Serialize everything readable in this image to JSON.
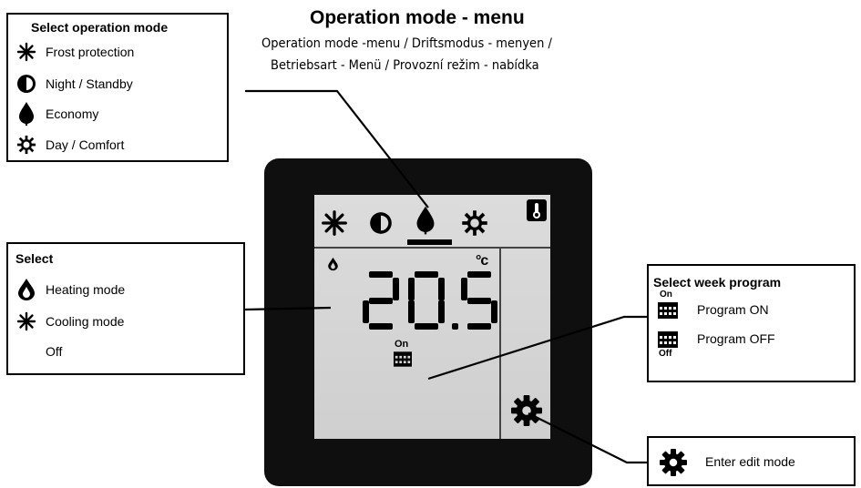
{
  "header": {
    "title": "Operation mode - menu",
    "subtitle_line1": "Operation mode -menu / Driftsmodus - menyen /",
    "subtitle_line2": "Betriebsart - Menü / Provozní režim - nabídka"
  },
  "operation_mode_box": {
    "title": "Select operation mode",
    "items": [
      {
        "label": "Frost protection",
        "icon": "snowflake-icon"
      },
      {
        "label": "Night / Standby",
        "icon": "half-moon-icon"
      },
      {
        "label": "Economy",
        "icon": "drop-icon"
      },
      {
        "label": "Day / Comfort",
        "icon": "sun-icon"
      }
    ]
  },
  "select_box": {
    "title": "Select",
    "items": [
      {
        "label": "Heating mode",
        "icon": "flame-icon"
      },
      {
        "label": "Cooling mode",
        "icon": "snowflake-icon"
      },
      {
        "label": "Off",
        "icon": ""
      }
    ]
  },
  "week_program_box": {
    "title": "Select week program",
    "items": [
      {
        "label": "Program ON",
        "icon": "calendar-on-icon",
        "badge": "On"
      },
      {
        "label": "Program OFF",
        "icon": "calendar-off-icon",
        "badge": "Off"
      }
    ]
  },
  "edit_box": {
    "label": "Enter edit mode",
    "icon": "gear-icon"
  },
  "display": {
    "temperature": "20.5",
    "unit": "°c",
    "calendar_badge": "On",
    "digits": [
      "2",
      "0",
      "5"
    ]
  }
}
